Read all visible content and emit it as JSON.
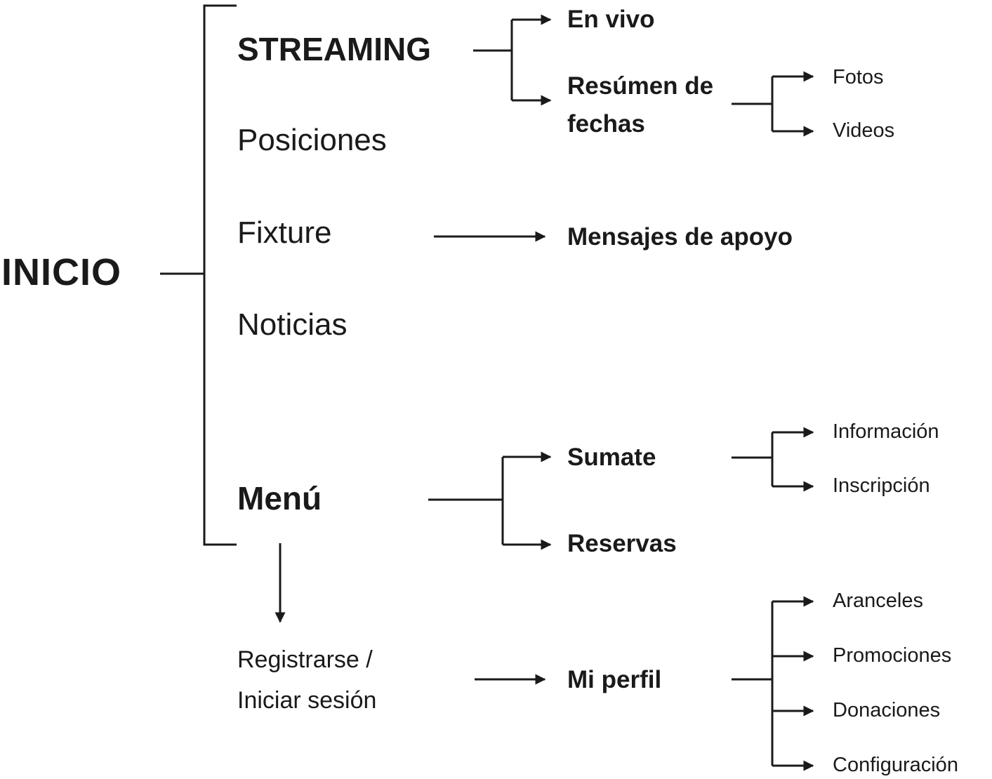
{
  "colors": {
    "ink": "#1a1a1a",
    "bg": "#ffffff"
  },
  "diagram_type": "sitemap-flowchart",
  "nodes": {
    "inicio": "INICIO",
    "streaming": "STREAMING",
    "posiciones": "Posiciones",
    "fixture": "Fixture",
    "noticias": "Noticias",
    "menu": "Menú",
    "en_vivo": "En vivo",
    "resumen_de_fechas": "Resúmen de fechas",
    "fotos": "Fotos",
    "videos": "Videos",
    "mensajes_de_apoyo": "Mensajes de apoyo",
    "sumate": "Sumate",
    "reservas": "Reservas",
    "informacion": "Información",
    "inscripcion": "Inscripción",
    "registrarse": "Registrarse / Iniciar sesión",
    "mi_perfil": "Mi perfil",
    "aranceles": "Aranceles",
    "promociones": "Promociones",
    "donaciones": "Donaciones",
    "configuracion": "Configuración"
  },
  "edges": [
    [
      "inicio",
      "streaming"
    ],
    [
      "inicio",
      "posiciones"
    ],
    [
      "inicio",
      "fixture"
    ],
    [
      "inicio",
      "noticias"
    ],
    [
      "inicio",
      "menu"
    ],
    [
      "streaming",
      "en_vivo"
    ],
    [
      "streaming",
      "resumen_de_fechas"
    ],
    [
      "resumen_de_fechas",
      "fotos"
    ],
    [
      "resumen_de_fechas",
      "videos"
    ],
    [
      "fixture",
      "mensajes_de_apoyo"
    ],
    [
      "menu",
      "sumate"
    ],
    [
      "menu",
      "reservas"
    ],
    [
      "sumate",
      "informacion"
    ],
    [
      "sumate",
      "inscripcion"
    ],
    [
      "menu",
      "registrarse"
    ],
    [
      "registrarse",
      "mi_perfil"
    ],
    [
      "mi_perfil",
      "aranceles"
    ],
    [
      "mi_perfil",
      "promociones"
    ],
    [
      "mi_perfil",
      "donaciones"
    ],
    [
      "mi_perfil",
      "configuracion"
    ]
  ]
}
